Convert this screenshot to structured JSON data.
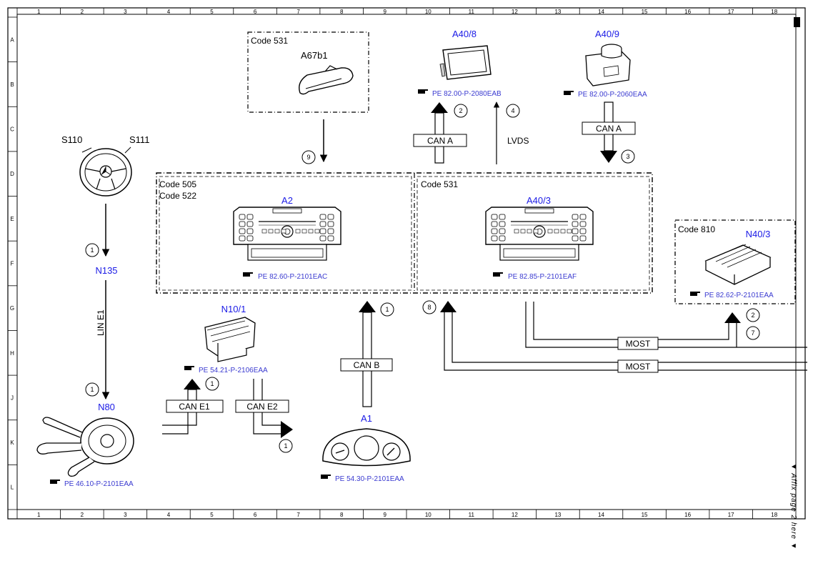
{
  "grid": {
    "columns": [
      "1",
      "2",
      "3",
      "4",
      "5",
      "6",
      "7",
      "8",
      "9",
      "10",
      "11",
      "12",
      "13",
      "14",
      "15",
      "16",
      "17",
      "18"
    ],
    "rows": [
      "A",
      "B",
      "C",
      "D",
      "E",
      "F",
      "G",
      "H",
      "J",
      "K",
      "L"
    ]
  },
  "side_note": "▼ Affix page 2 here ▼",
  "components": {
    "a67b1": {
      "code": "Code 531",
      "name": "A67b1"
    },
    "a40_8": {
      "name": "A40/8",
      "ref": "PE 82.00-P-2080EAB"
    },
    "a40_9": {
      "name": "A40/9",
      "ref": "PE 82.00-P-2060EAA"
    },
    "steering": {
      "s110": "S110",
      "s111": "S111"
    },
    "a2": {
      "code1": "Code 505",
      "code2": "Code 522",
      "name": "A2",
      "ref": "PE 82.60-P-2101EAC"
    },
    "a40_3": {
      "code": "Code 531",
      "name": "A40/3",
      "ref": "PE 82.85-P-2101EAF"
    },
    "n40_3": {
      "code": "Code 810",
      "name": "N40/3",
      "ref": "PE 82.62-P-2101EAA"
    },
    "n135": {
      "name": "N135"
    },
    "n10_1": {
      "name": "N10/1",
      "ref": "PE 54.21-P-2106EAA"
    },
    "a1": {
      "name": "A1",
      "ref": "PE 54.30-P-2101EAA"
    },
    "n80": {
      "name": "N80",
      "ref": "PE 46.10-P-2101EAA"
    }
  },
  "buses": {
    "can_a_1": "CAN A",
    "can_a_2": "CAN A",
    "lvds": "LVDS",
    "lin_e1": "LIN E1",
    "can_b": "CAN B",
    "can_e1": "CAN E1",
    "can_e2": "CAN E2",
    "most_1": "MOST",
    "most_2": "MOST"
  },
  "markers": {
    "m9": "9",
    "m2a": "2",
    "m4": "4",
    "m3": "3",
    "m1_n135": "1",
    "m1_n80": "1",
    "m1_a1": "1",
    "m8": "8",
    "m2b": "2",
    "m7": "7",
    "m1_n10": "1",
    "m1_e2": "1"
  },
  "colors": {
    "label_blue": "#1a1ae6",
    "ref_blue": "#3a3ad0"
  }
}
